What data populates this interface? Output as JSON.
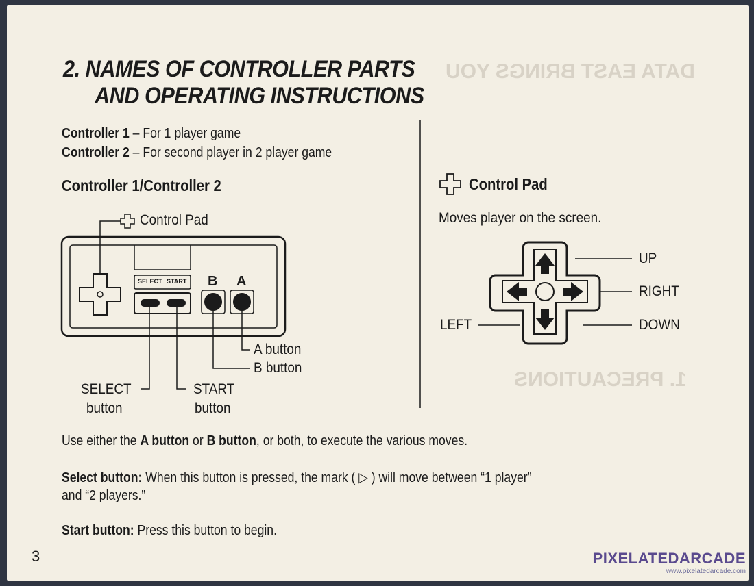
{
  "title": {
    "line1": "2. NAMES OF CONTROLLER PARTS",
    "line2": "AND OPERATING INSTRUCTIONS"
  },
  "controllers": [
    {
      "label": "Controller 1",
      "desc": " – For 1 player game"
    },
    {
      "label": "Controller 2",
      "desc": " – For second player in 2 player game"
    }
  ],
  "diagram_heading": "Controller 1/Controller 2",
  "controller_labels": {
    "control_pad": "Control Pad",
    "select_small": "SELECT",
    "start_small": "START",
    "b_small": "B",
    "a_small": "A",
    "a_button": "A button",
    "b_button": "B button",
    "select_line1": "SELECT",
    "select_line2": "button",
    "start_line1": "START",
    "start_line2": "button"
  },
  "control_pad_section": {
    "heading": "Control Pad",
    "desc": "Moves player on the screen.",
    "up": "UP",
    "right": "RIGHT",
    "left": "LEFT",
    "down": "DOWN"
  },
  "instructions": {
    "line1_pre": "Use either the ",
    "line1_a": "A button",
    "line1_mid": " or ",
    "line1_b": "B button",
    "line1_post": ", or both, to execute the various moves.",
    "select_label": "Select button:",
    "select_text": " When this button is pressed, the mark ( ▷ ) will move between “1 player”",
    "select_text2": "and “2 players.”",
    "start_label": "Start button:",
    "start_text": " Press this button to begin."
  },
  "page_number": "3",
  "watermark": {
    "main": "PIXELATEDARCADE",
    "sub": "www.pixelatedarcade.com"
  }
}
